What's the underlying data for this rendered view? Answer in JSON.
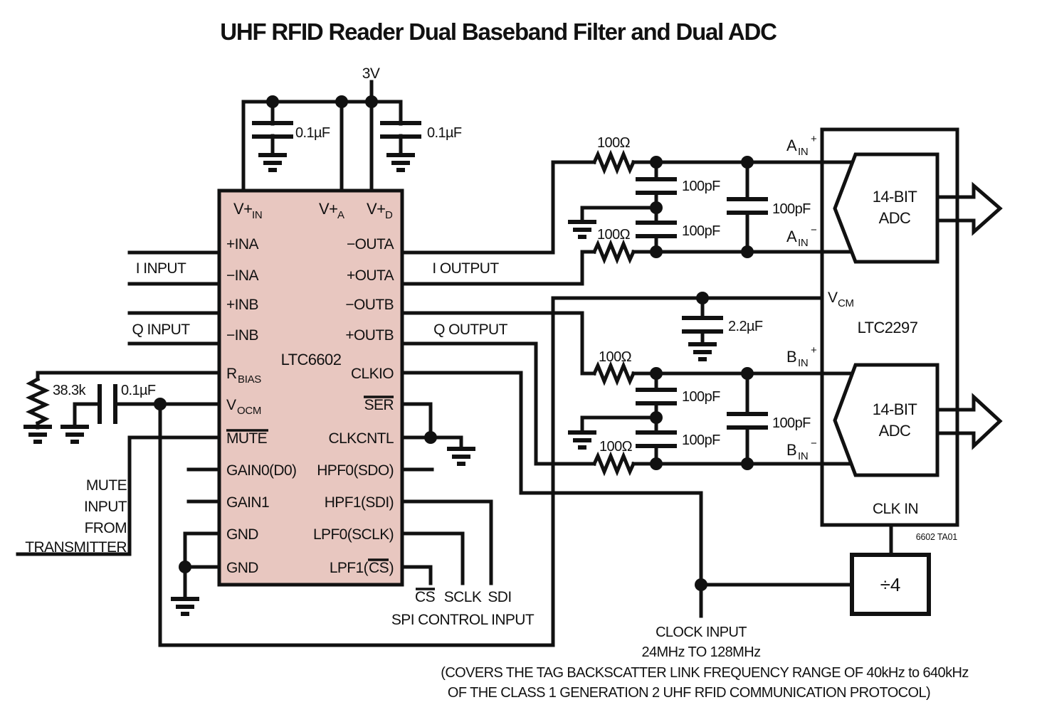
{
  "title": "UHF RFID Reader Dual Baseband Filter and Dual ADC",
  "colors": {
    "ink": "#111111",
    "ic_fill": "#e8c7c0",
    "background": "#ffffff"
  },
  "supply": {
    "voltage": "3V",
    "bypass_cap_1": "0.1µF",
    "bypass_cap_2": "0.1µF"
  },
  "inputs": {
    "i_input": "I INPUT",
    "q_input": "Q INPUT",
    "mute_1": "MUTE",
    "mute_2": "INPUT",
    "mute_3": "FROM",
    "mute_4": "TRANSMITTER"
  },
  "outputs": {
    "i_output": "I OUTPUT",
    "q_output": "Q OUTPUT"
  },
  "ic": {
    "part": "LTC6602",
    "vplus": "V+",
    "vin_sub": "IN",
    "va_sub": "A",
    "vd_sub": "D",
    "ina_p": "+INA",
    "ina_n": "−INA",
    "inb_p": "+INB",
    "inb_n": "−INB",
    "rbias_r": "R",
    "rbias_sub": "BIAS",
    "vocm_v": "V",
    "vocm_sub": "OCM",
    "mute": "MUTE",
    "gain0": "GAIN0(D0)",
    "gain1": "GAIN1",
    "gnd": "GND",
    "outa_n": "−OUTA",
    "outa_p": "+OUTA",
    "outb_n": "−OUTB",
    "outb_p": "+OUTB",
    "clkio": "CLKIO",
    "ser": "SER",
    "clkcntl": "CLKCNTL",
    "hpf0": "HPF0(SDO)",
    "hpf1": "HPF1(SDI)",
    "lpf0": "LPF0(SCLK)",
    "lpf1_pre": "LPF1(",
    "lpf1_cs": "CS",
    "lpf1_post": ")"
  },
  "rbias": {
    "res": "38.3k",
    "cap": "0.1µF"
  },
  "spi": {
    "cs": "CS",
    "sclk": "SCLK",
    "sdi": "SDI",
    "caption": "SPI CONTROL INPUT"
  },
  "filter": {
    "r": "100Ω",
    "c": "100pF",
    "vcm_cap": "2.2µF"
  },
  "adc": {
    "part": "LTC2297",
    "adc_l1": "14-BIT",
    "adc_l2": "ADC",
    "a": "A",
    "b": "B",
    "in_sub": "IN",
    "plus": "+",
    "minus": "−",
    "vcm_v": "V",
    "vcm_sub": "CM",
    "clk_in": "CLK IN",
    "div": "÷4"
  },
  "clock": {
    "l1": "CLOCK INPUT",
    "l2": "24MHz TO 128MHz"
  },
  "note": {
    "l1": "(COVERS THE TAG BACKSCATTER LINK FREQUENCY RANGE OF 40kHz to 640kHz",
    "l2": "OF THE CLASS 1 GENERATION 2 UHF RFID COMMUNICATION PROTOCOL)"
  },
  "ref": "6602 TA01"
}
